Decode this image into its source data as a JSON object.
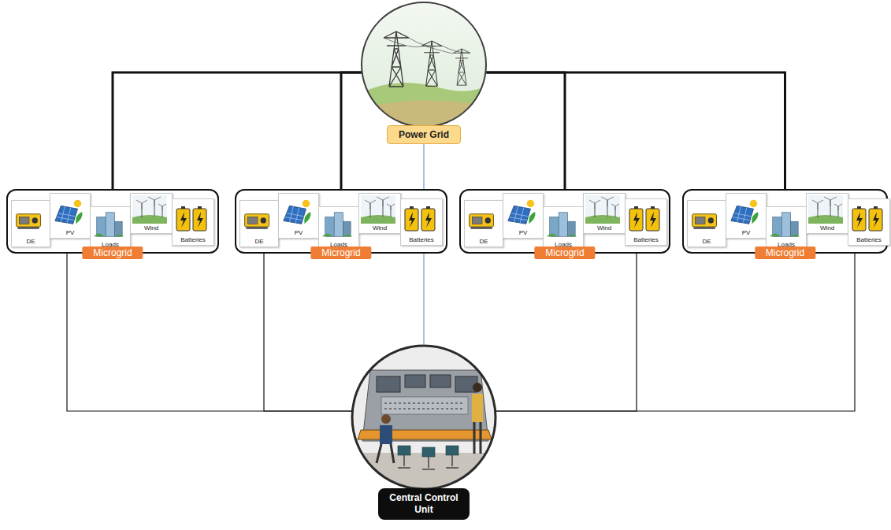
{
  "diagram": {
    "nodes": [
      {
        "text": [
          "Power Grid"
        ]
      },
      {
        "text": [
          "Microgrid"
        ]
      },
      {
        "text": [
          "DE"
        ],
        "in": 1
      },
      {
        "text": [
          "PV"
        ],
        "in": 1
      },
      {
        "text": [
          "Loads"
        ],
        "in": 1
      },
      {
        "text": [
          "Wind"
        ],
        "in": 1
      },
      {
        "text": [
          "Batteries"
        ],
        "in": 1
      },
      {
        "text": [
          "Microgrid"
        ]
      },
      {
        "text": [
          "DE"
        ],
        "in": 7
      },
      {
        "text": [
          "PV"
        ],
        "in": 7
      },
      {
        "text": [
          "Loads"
        ],
        "in": 7
      },
      {
        "text": [
          "Wind"
        ],
        "in": 7
      },
      {
        "text": [
          "Batteries"
        ],
        "in": 7
      },
      {
        "text": [
          "Microgrid"
        ]
      },
      {
        "text": [
          "DE"
        ],
        "in": 13
      },
      {
        "text": [
          "PV"
        ],
        "in": 13
      },
      {
        "text": [
          "Loads"
        ],
        "in": 13
      },
      {
        "text": [
          "Wind"
        ],
        "in": 13
      },
      {
        "text": [
          "Batteries"
        ],
        "in": 13
      },
      {
        "text": [
          "Microgrid"
        ]
      },
      {
        "text": [
          "DE"
        ],
        "in": 19
      },
      {
        "text": [
          "PV"
        ],
        "in": 19
      },
      {
        "text": [
          "Loads"
        ],
        "in": 19
      },
      {
        "text": [
          "Wind"
        ],
        "in": 19
      },
      {
        "text": [
          "Batteries"
        ],
        "in": 19
      },
      {
        "text": [
          "Central Control Unit"
        ]
      }
    ],
    "edges": [
      {
        "from": 0,
        "to": 1,
        "arrow": "none"
      },
      {
        "from": 0,
        "to": 7,
        "arrow": "none"
      },
      {
        "from": 0,
        "to": 13,
        "arrow": "none"
      },
      {
        "from": 0,
        "to": 19,
        "arrow": "none"
      },
      {
        "from": 0,
        "to": 25,
        "arrow": "none"
      },
      {
        "from": 25,
        "to": 1,
        "arrow": "none"
      },
      {
        "from": 25,
        "to": 7,
        "arrow": "none"
      },
      {
        "from": 25,
        "to": 13,
        "arrow": "none"
      },
      {
        "from": 25,
        "to": 19,
        "arrow": "none"
      }
    ]
  }
}
